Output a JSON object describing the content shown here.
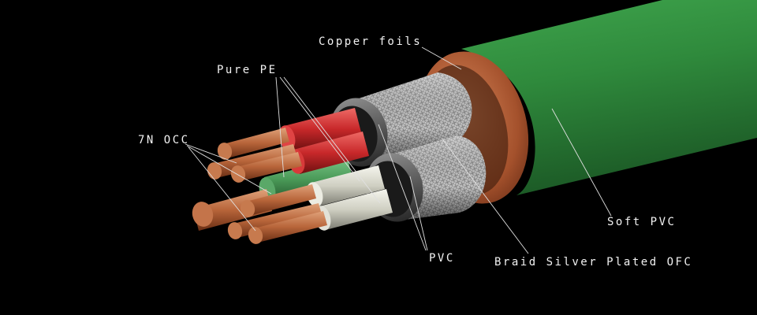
{
  "labels": {
    "copper_foils": "Copper foils",
    "pure_pe": "Pure PE",
    "occ": "7N OCC",
    "pvc": "PVC",
    "braid": "Braid Silver Plated OFC",
    "soft_pvc": "Soft PVC"
  },
  "colors": {
    "background": "#000000",
    "jacket": "#2f8a3c",
    "copper": "#b8653a",
    "red_insulation": "#c8282a",
    "white_insulation": "#d8d8cc",
    "green_insulation": "#4a9a58",
    "pvc_inner": "#5a5a5a",
    "braid": "#c9c9c9",
    "leader_line": "#e0e0e0",
    "label_text": "#f2f2f2"
  }
}
